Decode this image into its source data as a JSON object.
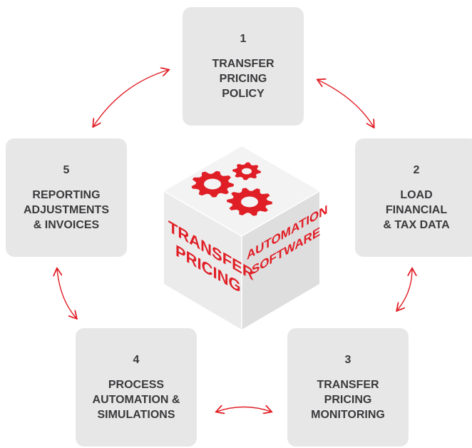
{
  "steps": [
    {
      "number": "1",
      "label": "TRANSFER\nPRICING\nPOLICY"
    },
    {
      "number": "2",
      "label": "LOAD\nFINANCIAL\n& TAX DATA"
    },
    {
      "number": "3",
      "label": "TRANSFER\nPRICING\nMONITORING"
    },
    {
      "number": "4",
      "label": "PROCESS\nAUTOMATION &\nSIMULATIONS"
    },
    {
      "number": "5",
      "label": "REPORTING\nADJUSTMENTS\n& INVOICES"
    }
  ],
  "cube": {
    "left_face_line1": "TRANSFER",
    "left_face_line2": "PRICING",
    "right_face_line1": "AUTOMATION",
    "right_face_line2": "SOFTWARE",
    "accent_color": "#e01e25",
    "icon": "gears-icon"
  },
  "connector_color": "#e01e25",
  "box_color": "#e7e7e8"
}
